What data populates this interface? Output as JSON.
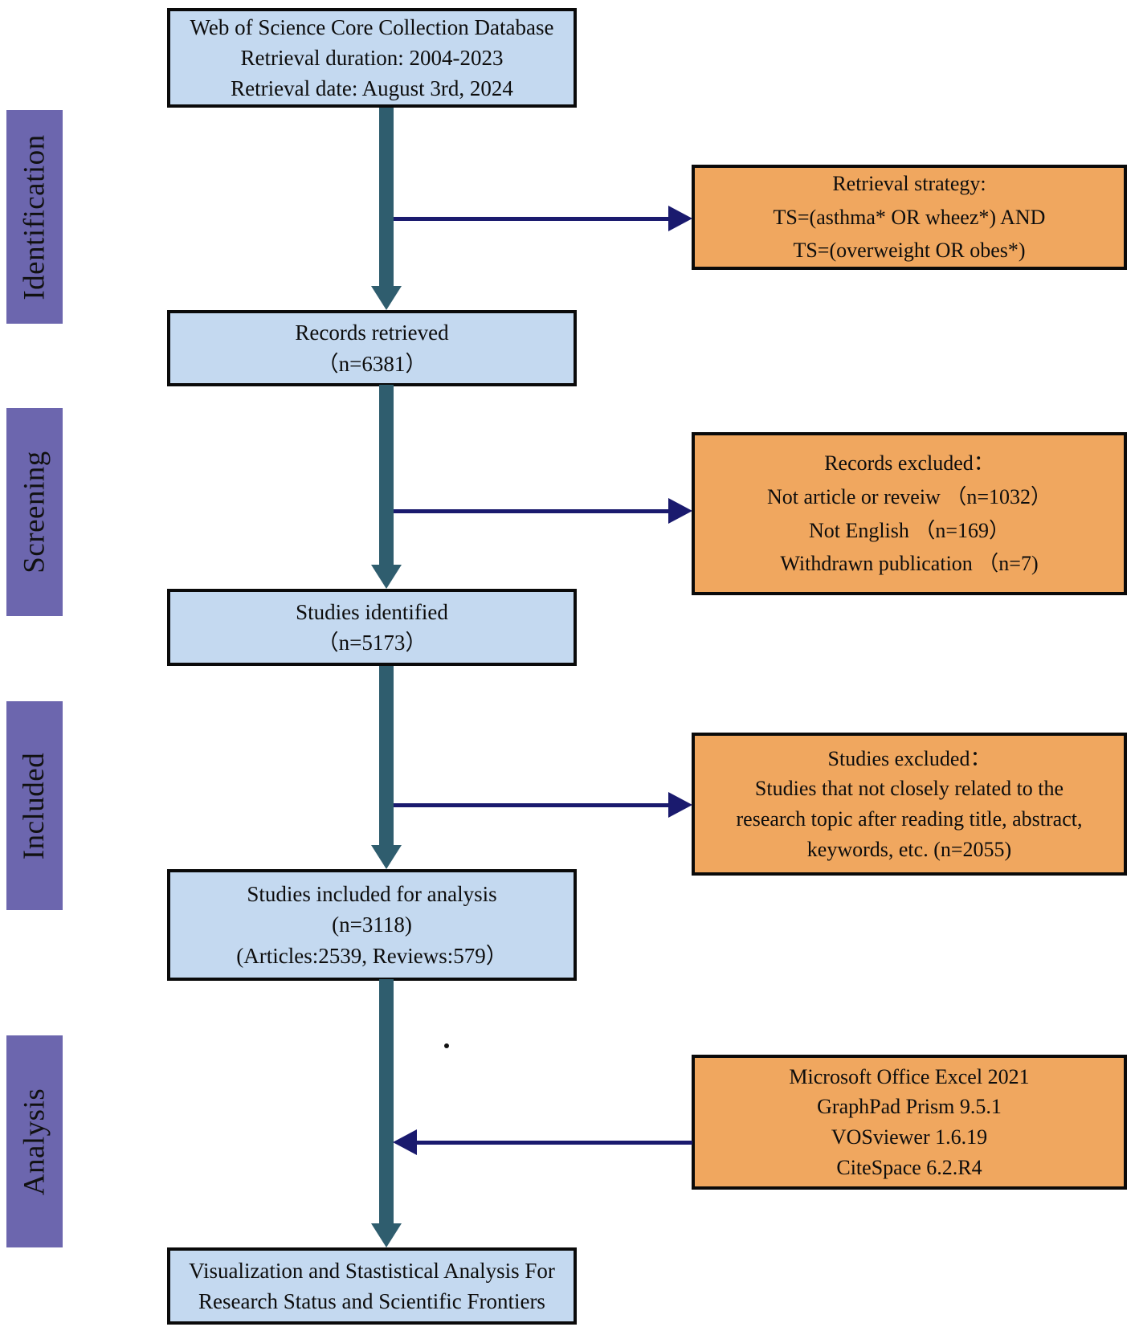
{
  "stages": [
    {
      "label": "Identification"
    },
    {
      "label": "Screening"
    },
    {
      "label": "Included"
    },
    {
      "label": "Analysis"
    }
  ],
  "main_boxes": [
    {
      "lines": [
        "Web of Science Core Collection Database",
        "Retrieval duration: 2004-2023",
        "Retrieval date: August 3rd, 2024"
      ]
    },
    {
      "lines": [
        "Records retrieved",
        "（n=6381）"
      ]
    },
    {
      "lines": [
        "Studies identified",
        "（n=5173）"
      ]
    },
    {
      "lines": [
        "Studies included for analysis",
        "(n=3118)",
        "(Articles:2539, Reviews:579）"
      ]
    },
    {
      "lines": [
        "Visualization and Stastistical Analysis For",
        "Research Status and Scientific Frontiers"
      ]
    }
  ],
  "side_boxes": [
    {
      "lines": [
        "Retrieval strategy:",
        "TS=(asthma* OR wheez*) AND",
        "TS=(overweight OR obes*)"
      ]
    },
    {
      "lines": [
        "Records excluded：",
        "Not article or reveiw （n=1032）",
        "Not English （n=169）",
        "Withdrawn publication （n=7)"
      ]
    },
    {
      "lines": [
        "Studies excluded：",
        "Studies that not closely related to the",
        "research topic after reading title, abstract,",
        "keywords, etc. (n=2055)"
      ]
    },
    {
      "lines": [
        "Microsoft Office Excel 2021",
        "GraphPad Prism 9.5.1",
        "VOSviewer 1.6.19",
        "CiteSpace 6.2.R4"
      ]
    }
  ],
  "stray_mark": ".",
  "colors": {
    "stage_fill": "#6c66ae",
    "main_box_fill": "#c4d9f0",
    "side_box_fill": "#f0a75f",
    "vertical_arrow": "#2f5d6e",
    "horizontal_arrow": "#1a1a6e",
    "box_border": "#0a0a0a"
  }
}
